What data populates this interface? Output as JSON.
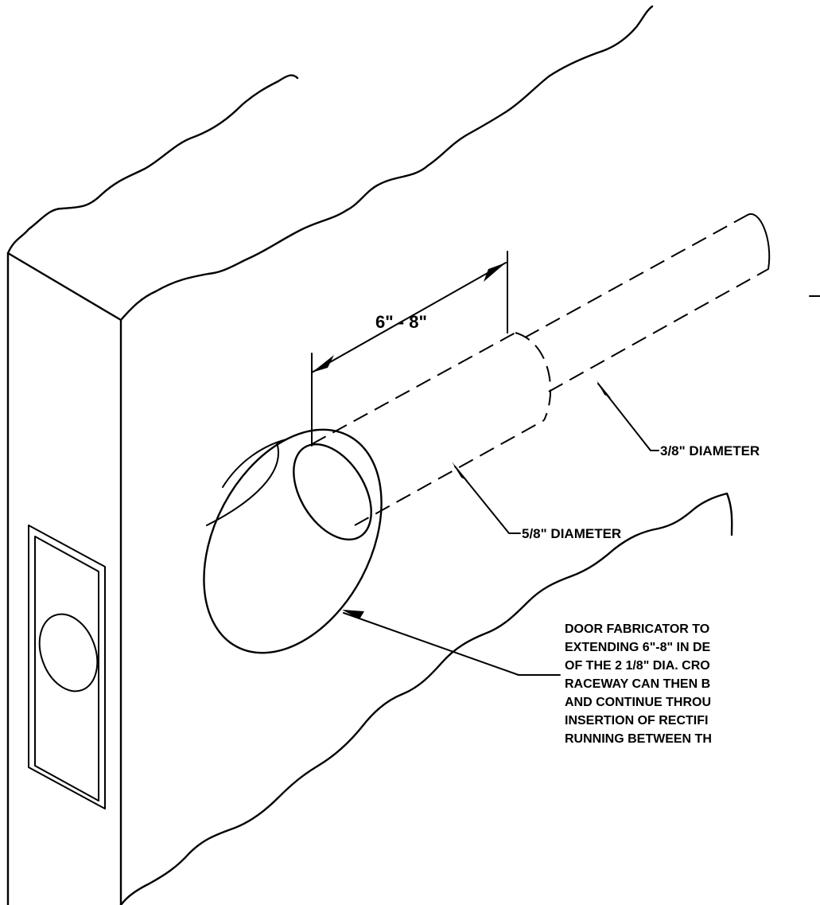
{
  "labels": {
    "dimension": "6\" - 8\"",
    "diameter_small": "3/8\" DIAMETER",
    "diameter_large": "5/8\" DIAMETER"
  },
  "note_lines": [
    "DOOR FABRICATOR TO",
    "EXTENDING 6\"-8\" IN DE",
    "OF THE 2 1/8\" DIA. CRO",
    "RACEWAY CAN THEN B",
    "AND CONTINUE THROU",
    "INSERTION OF RECTIFI",
    "RUNNING BETWEEN TH"
  ]
}
